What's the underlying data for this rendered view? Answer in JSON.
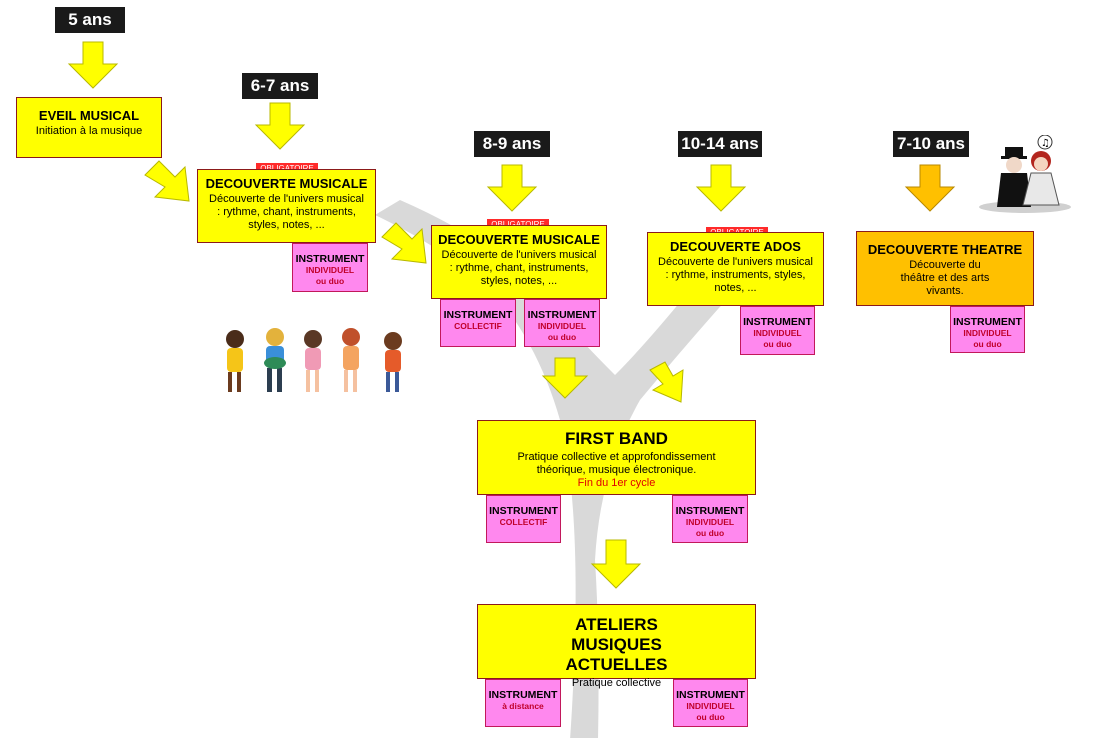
{
  "ages": [
    "5 ans",
    "6-7 ans",
    "8-9 ans",
    "10-14 ans",
    "7-10 ans"
  ],
  "obligatoire": "OBLIGATOIRE",
  "boxes": {
    "eveil": {
      "title": "EVEIL MUSICAL",
      "desc": "Initiation à la musique"
    },
    "decouverte1": {
      "title": "DECOUVERTE MUSICALE",
      "desc": "Découverte de l'univers musical : rythme, chant, instruments, styles, notes, ..."
    },
    "decouverte2": {
      "title": "DECOUVERTE MUSICALE",
      "desc": "Découverte de l'univers musical : rythme, chant, instruments, styles, notes, ..."
    },
    "ados": {
      "title": "DECOUVERTE ADOS",
      "desc": "Découverte de l'univers musical : rythme, instruments, styles, notes, ..."
    },
    "theatre": {
      "title": "DECOUVERTE THEATRE",
      "desc": "Découverte du théâtre et des arts vivants."
    },
    "firstband": {
      "title": "FIRST BAND",
      "desc": "Pratique collective et approfondissement théorique, musique électronique.",
      "note": "Fin du 1er cycle"
    },
    "ateliers": {
      "title": "ATELIERS MUSIQUES ACTUELLES",
      "desc": "Pratique collective"
    }
  },
  "instruments": {
    "label": "INSTRUMENT",
    "individuel": "INDIVIDUEL",
    "ou_duo": "ou duo",
    "collectif": "COLLECTIF",
    "a_distance": "à distance"
  },
  "colors": {
    "yellow": "#ffff00",
    "orange": "#ffc000",
    "pink": "#ff88ee",
    "trunk": "#d9d9d9",
    "arrow": "#ffff00",
    "arrow_border": "#b8b800"
  }
}
